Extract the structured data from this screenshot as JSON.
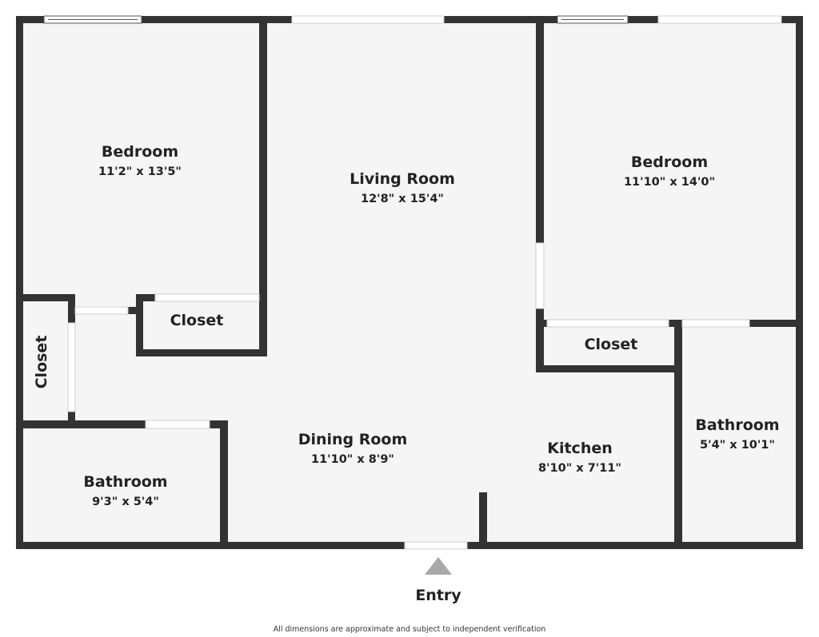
{
  "colors": {
    "wall": "#333333",
    "floor": "#f5f5f5",
    "opening": "#ffffff",
    "entry_arrow": "#a9a9a9",
    "text": "#222222"
  },
  "rooms": {
    "bedroom_left": {
      "name": "Bedroom",
      "dims": "11'2\" x 13'5\""
    },
    "living_room": {
      "name": "Living Room",
      "dims": "12'8\" x 15'4\""
    },
    "bedroom_right": {
      "name": "Bedroom",
      "dims": "11'10\" x 14'0\""
    },
    "closet_center_left": {
      "name": "Closet"
    },
    "closet_far_left": {
      "name": "Closet"
    },
    "closet_right": {
      "name": "Closet"
    },
    "dining_room": {
      "name": "Dining Room",
      "dims": "11'10\" x 8'9\""
    },
    "kitchen": {
      "name": "Kitchen",
      "dims": "8'10\" x 7'11\""
    },
    "bathroom_right": {
      "name": "Bathroom",
      "dims": "5'4\" x 10'1\""
    },
    "bathroom_left": {
      "name": "Bathroom",
      "dims": "9'3\" x 5'4\""
    }
  },
  "entry": {
    "label": "Entry"
  },
  "disclaimer": "All dimensions are approximate and subject to independent verification"
}
